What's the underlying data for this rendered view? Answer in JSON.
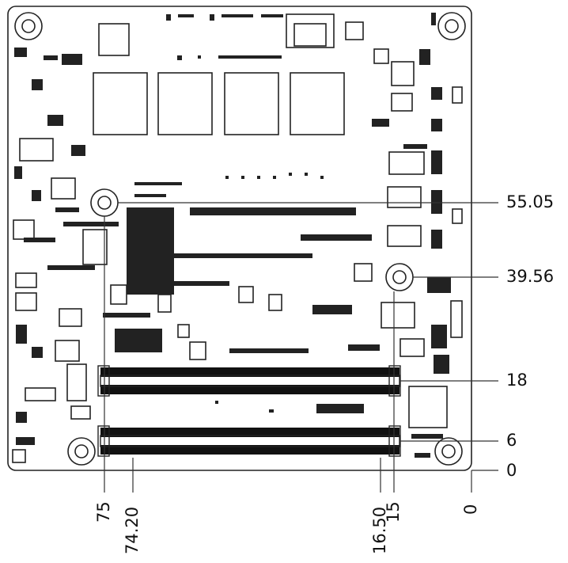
{
  "diagram": {
    "right_dimensions": [
      "55.05",
      "39.56",
      "18",
      "6",
      "0"
    ],
    "bottom_dimensions": [
      "75",
      "74.20",
      "16.50",
      "15",
      "0"
    ]
  }
}
